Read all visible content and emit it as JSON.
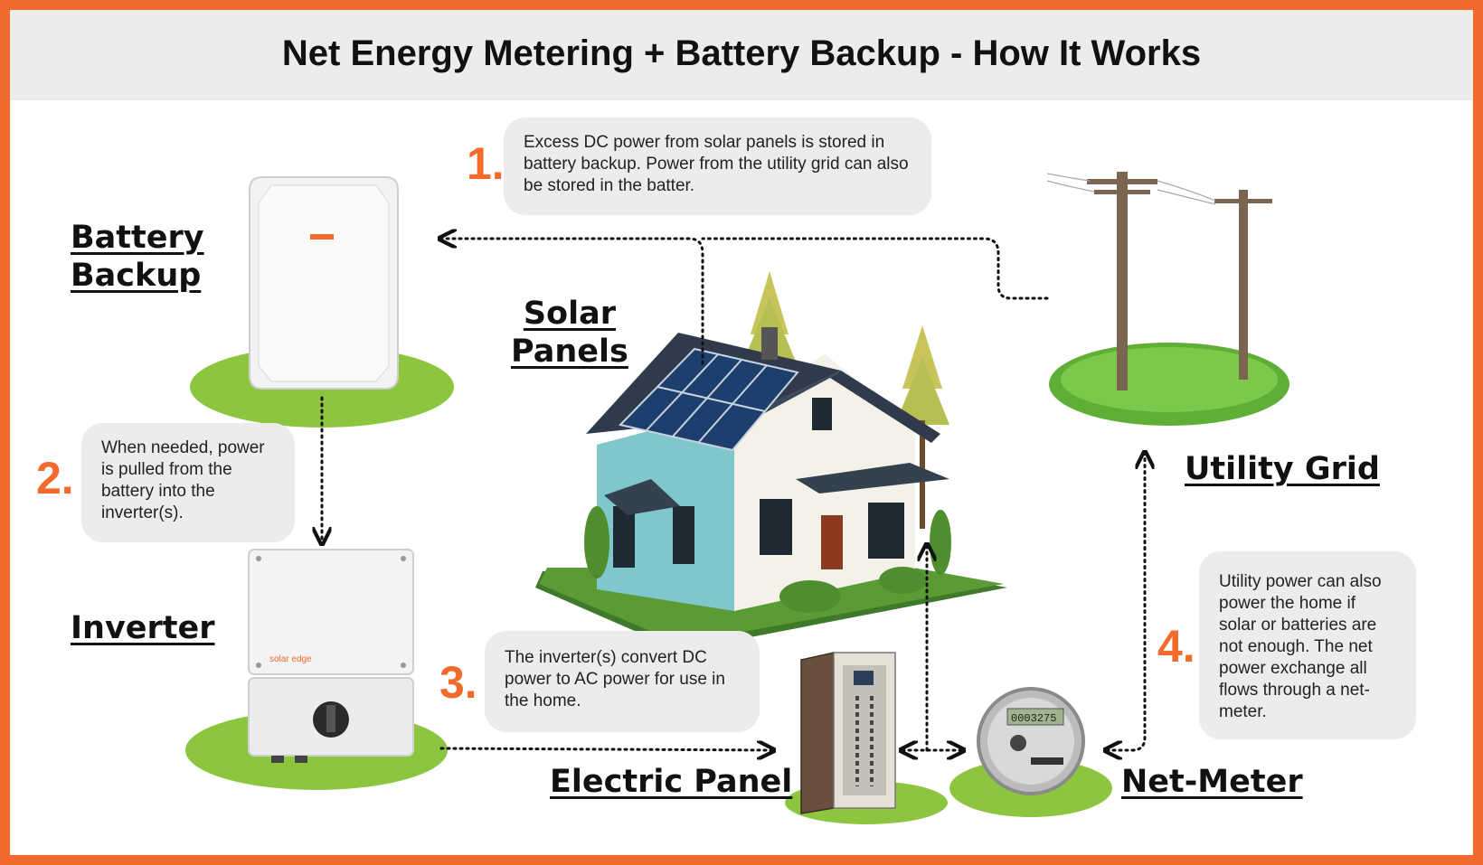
{
  "title": "Net Energy Metering + Battery Backup - How It Works",
  "labels": {
    "battery_line1": "Battery",
    "battery_line2": "Backup",
    "solar_line1": "Solar",
    "solar_line2": "Panels",
    "utility_grid": "Utility Grid",
    "inverter": "Inverter",
    "electric_panel": "Electric Panel",
    "net_meter": "Net-Meter"
  },
  "steps": [
    {
      "number": "1.",
      "text": "Excess DC power from solar panels is stored in battery backup. Power from the utility grid can also be stored in the batter."
    },
    {
      "number": "2.",
      "text": "When needed, power is pulled from the battery into the inverter(s)."
    },
    {
      "number": "3.",
      "text": "The inverter(s) convert DC power to AC power for use in the home."
    },
    {
      "number": "4.",
      "text": "Utility power can also power the home if solar or batteries are not enough. The net power exchange all flows through a net-meter."
    }
  ],
  "device_text": {
    "meter_display": "0003275",
    "inverter_brand": "solar edge"
  },
  "colors": {
    "accent": "#f26b2c",
    "header_bg": "#ececec",
    "bubble_bg": "#ececec",
    "grass": "#8cc63f"
  }
}
